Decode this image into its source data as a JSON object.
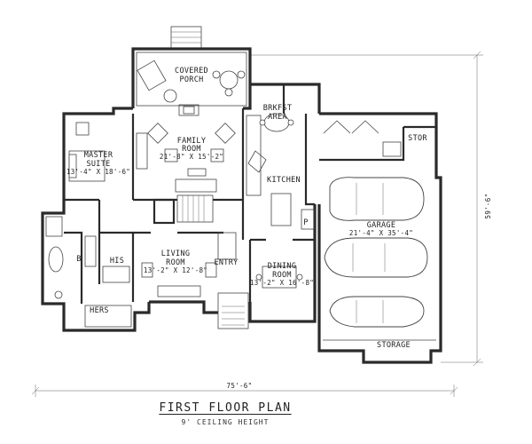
{
  "title": "FIRST FLOOR PLAN",
  "subtitle": "9' CEILING HEIGHT",
  "overall_width": "75'-6\"",
  "overall_depth": "59'-6\"",
  "rooms": {
    "covered_porch": [
      "COVERED",
      "PORCH"
    ],
    "brkfst_area": [
      "BRKFST",
      "AREA"
    ],
    "family_room": [
      "FAMILY",
      "ROOM",
      "21'-8\" X 15'-2\""
    ],
    "master_suite": [
      "MASTER",
      "SUITE",
      "13'-4\" X 18'-6\""
    ],
    "kitchen": "KITCHEN",
    "stor": "STOR",
    "garage": [
      "GARAGE",
      "21'-4\" X 35'-4\""
    ],
    "living_room": [
      "LIVING",
      "ROOM",
      "13'-2\" X 12'-8\""
    ],
    "entry": "ENTRY",
    "dining_room": [
      "DINING",
      "ROOM",
      "13'-2\" X 16'-8\""
    ],
    "his": "HIS",
    "hers": "HERS",
    "bath": "B",
    "pantry": "P",
    "storage": "STORAGE"
  }
}
